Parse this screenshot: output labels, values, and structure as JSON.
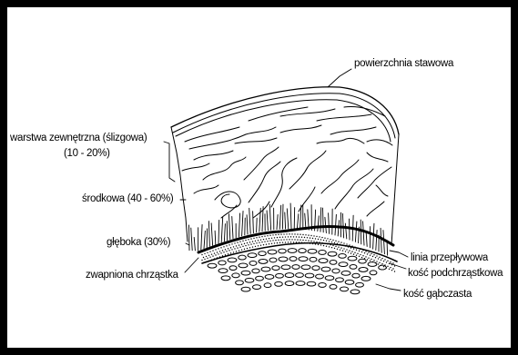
{
  "diagram": {
    "labels": {
      "surface": "powierzchnia stawowa",
      "superficial_line1": "warstwa zewnętrzna (ślizgowa)",
      "superficial_line2": "(10 - 20%)",
      "middle": "środkowa (40 - 60%)",
      "deep": "głęboka (30%)",
      "calcified": "zwapniona chrząstka",
      "tidemark": "linia przepływowa",
      "subchondral": "kość podchrząstkowa",
      "cancellous": "kość gąbczasta"
    },
    "colors": {
      "outer_border": "#000000",
      "background": "#ffffff",
      "ink": "#000000"
    }
  }
}
